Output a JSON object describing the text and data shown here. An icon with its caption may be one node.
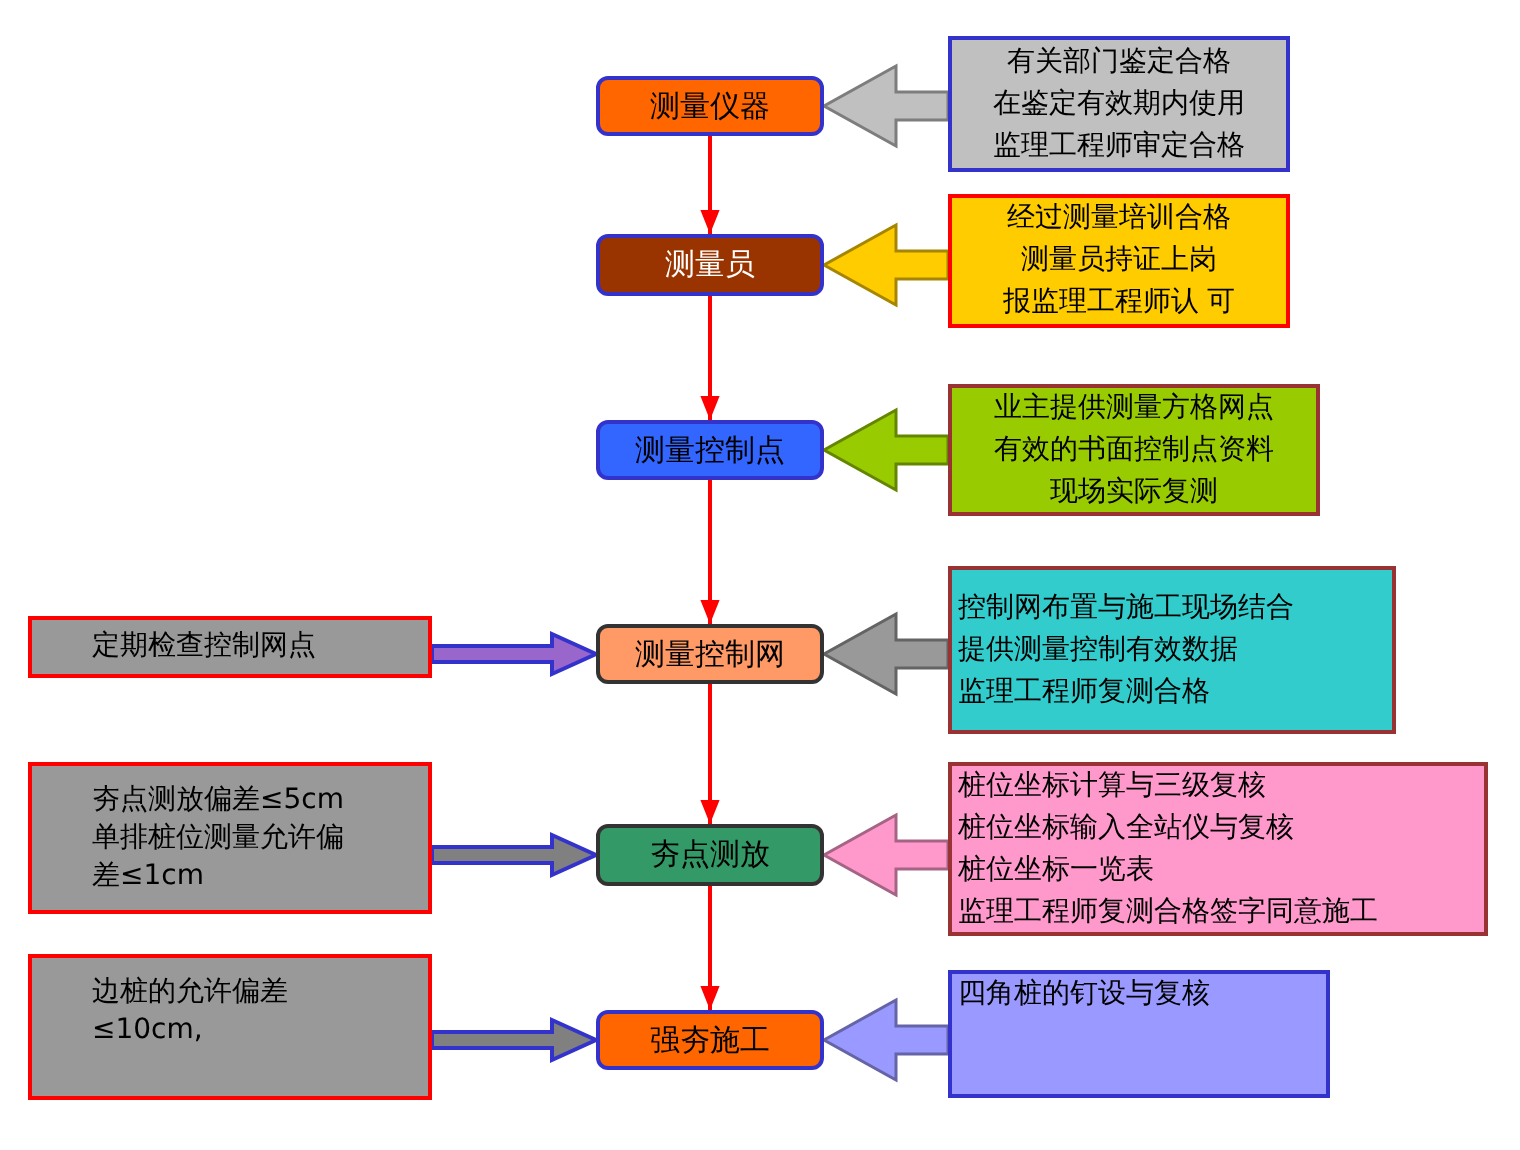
{
  "diagram": {
    "nodes": [
      {
        "text": [
          "测量仪器"
        ]
      },
      {
        "text": [
          "测量员"
        ]
      },
      {
        "text": [
          "测量控制点"
        ]
      },
      {
        "text": [
          "测量控制网"
        ]
      },
      {
        "text": [
          "夯点测放"
        ]
      },
      {
        "text": [
          "强夯施工"
        ]
      },
      {
        "text": [
          "有关部门鉴定合格",
          "在鉴定有效期内使用",
          "监理工程师审定合格"
        ]
      },
      {
        "text": [
          "经过测量培训合格",
          "测量员持证上岗",
          "报监理工程师认 可"
        ]
      },
      {
        "text": [
          "业主提供测量方格网点",
          "有效的书面控制点资料",
          "现场实际复测"
        ]
      },
      {
        "text": [
          "控制网布置与施工现场结合",
          "提供测量控制有效数据",
          "监理工程师复测合格"
        ]
      },
      {
        "text": [
          "定期检查控制网点"
        ]
      },
      {
        "text": [
          "桩位坐标计算与三级复核",
          "桩位坐标输入全站仪与复核",
          "桩位坐标一览表",
          "监理工程师复测合格签字同意施工"
        ]
      },
      {
        "text": [
          "夯点测放偏差≤5cm",
          "单排桩位测量允许偏差≤1cm"
        ]
      },
      {
        "text": [
          "四角桩的钉设与复核"
        ]
      },
      {
        "text": [
          "边桩的允许偏差≤10cm,"
        ]
      }
    ],
    "edges": [
      {
        "from": 0,
        "to": 1,
        "arrow": "to",
        "color": "#ff0000"
      },
      {
        "from": 1,
        "to": 2,
        "arrow": "to",
        "color": "#ff0000"
      },
      {
        "from": 2,
        "to": 3,
        "arrow": "to",
        "color": "#ff0000"
      },
      {
        "from": 3,
        "to": 4,
        "arrow": "to",
        "color": "#ff0000"
      },
      {
        "from": 4,
        "to": 5,
        "arrow": "to",
        "color": "#ff0000"
      },
      {
        "from": 6,
        "to": 0,
        "arrow": "to",
        "style": "thick",
        "color": "#c0c0c0"
      },
      {
        "from": 7,
        "to": 1,
        "arrow": "to",
        "style": "thick",
        "color": "#ffcc00"
      },
      {
        "from": 8,
        "to": 2,
        "arrow": "to",
        "style": "thick",
        "color": "#99cc00"
      },
      {
        "from": 9,
        "to": 3,
        "arrow": "to",
        "style": "thick",
        "color": "#999999"
      },
      {
        "from": 10,
        "to": 3,
        "arrow": "to",
        "style": "thick",
        "color": "#9966cc"
      },
      {
        "from": 11,
        "to": 4,
        "arrow": "to",
        "style": "thick",
        "color": "#ff99cc"
      },
      {
        "from": 12,
        "to": 4,
        "arrow": "to",
        "style": "thick",
        "color": "#808080"
      },
      {
        "from": 13,
        "to": 5,
        "arrow": "to",
        "style": "thick",
        "color": "#9999ff"
      },
      {
        "from": 14,
        "to": 5,
        "arrow": "to",
        "style": "thick",
        "color": "#808080"
      }
    ]
  }
}
